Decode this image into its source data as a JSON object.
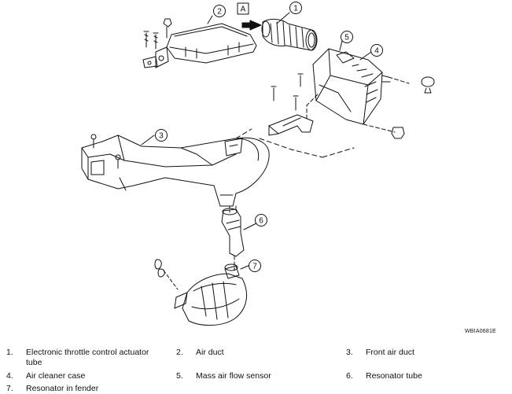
{
  "diagram": {
    "callouts": [
      "1",
      "2",
      "3",
      "4",
      "5",
      "6",
      "7"
    ],
    "view_marker": "A",
    "drawing_code": "WBIA0681E"
  },
  "legend": [
    {
      "num": "1.",
      "label": "Electronic throttle control actuator tube"
    },
    {
      "num": "2.",
      "label": "Air duct"
    },
    {
      "num": "3.",
      "label": "Front air duct"
    },
    {
      "num": "4.",
      "label": "Air cleaner case"
    },
    {
      "num": "5.",
      "label": "Mass air flow sensor"
    },
    {
      "num": "6.",
      "label": "Resonator tube"
    },
    {
      "num": "7.",
      "label": "Resonator in fender"
    }
  ]
}
